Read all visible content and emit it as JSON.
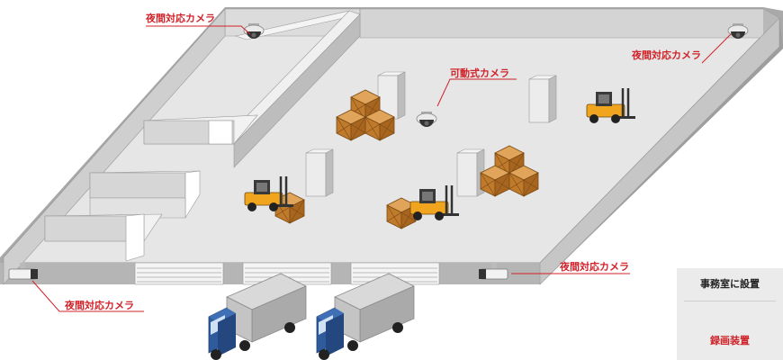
{
  "labels": {
    "camera_top_left": "夜間対応カメラ",
    "camera_top_right": "夜間対応カメラ",
    "camera_center": "可動式カメラ",
    "camera_bottom_left": "夜間対応カメラ",
    "camera_bottom_right": "夜間対応カメラ"
  },
  "legend": {
    "title": "事務室に設置",
    "device_caption": "録画装置"
  },
  "colors": {
    "label_red": "#d0232a",
    "floor": "#e6e6e6",
    "wall_top": "#f2f2f2",
    "wall_side": "#bdbdbd",
    "crate": "#c8832f",
    "forklift": "#f1a51f",
    "truck_cab": "#2f5b9d"
  }
}
